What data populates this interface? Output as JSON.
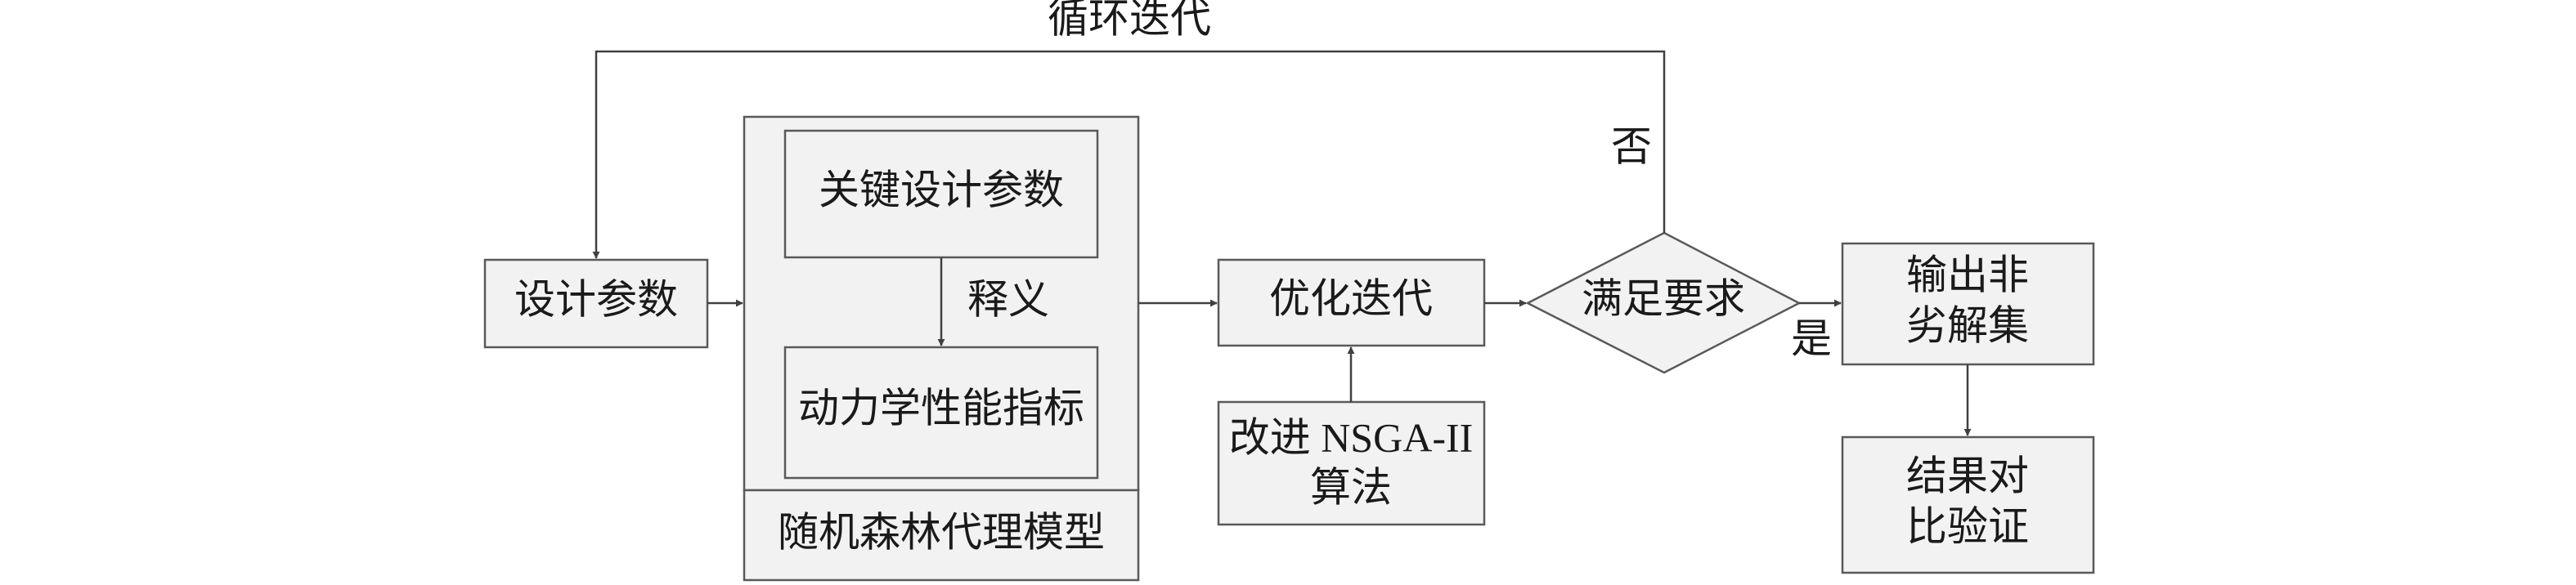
{
  "nodes": {
    "design_params": "设计参数",
    "key_params": "关键设计参数",
    "dyn_metrics": "动力学性能指标",
    "surrogate_model": "随机森林代理模型",
    "optimize_iter": "优化迭代",
    "improved_alg": [
      "改进 NSGA-II",
      "算法"
    ],
    "decision": "满足要求",
    "output_set": [
      "输出非",
      "劣解集"
    ],
    "verify": [
      "结果对",
      "比验证"
    ]
  },
  "edge_labels": {
    "loop": "循环迭代",
    "no": "否",
    "yes": "是",
    "interpret": "释义"
  },
  "colors": {
    "box_fill": "#f2f2f2",
    "box_stroke": "#595959",
    "line": "#404040",
    "text": "#1a1a1a"
  }
}
